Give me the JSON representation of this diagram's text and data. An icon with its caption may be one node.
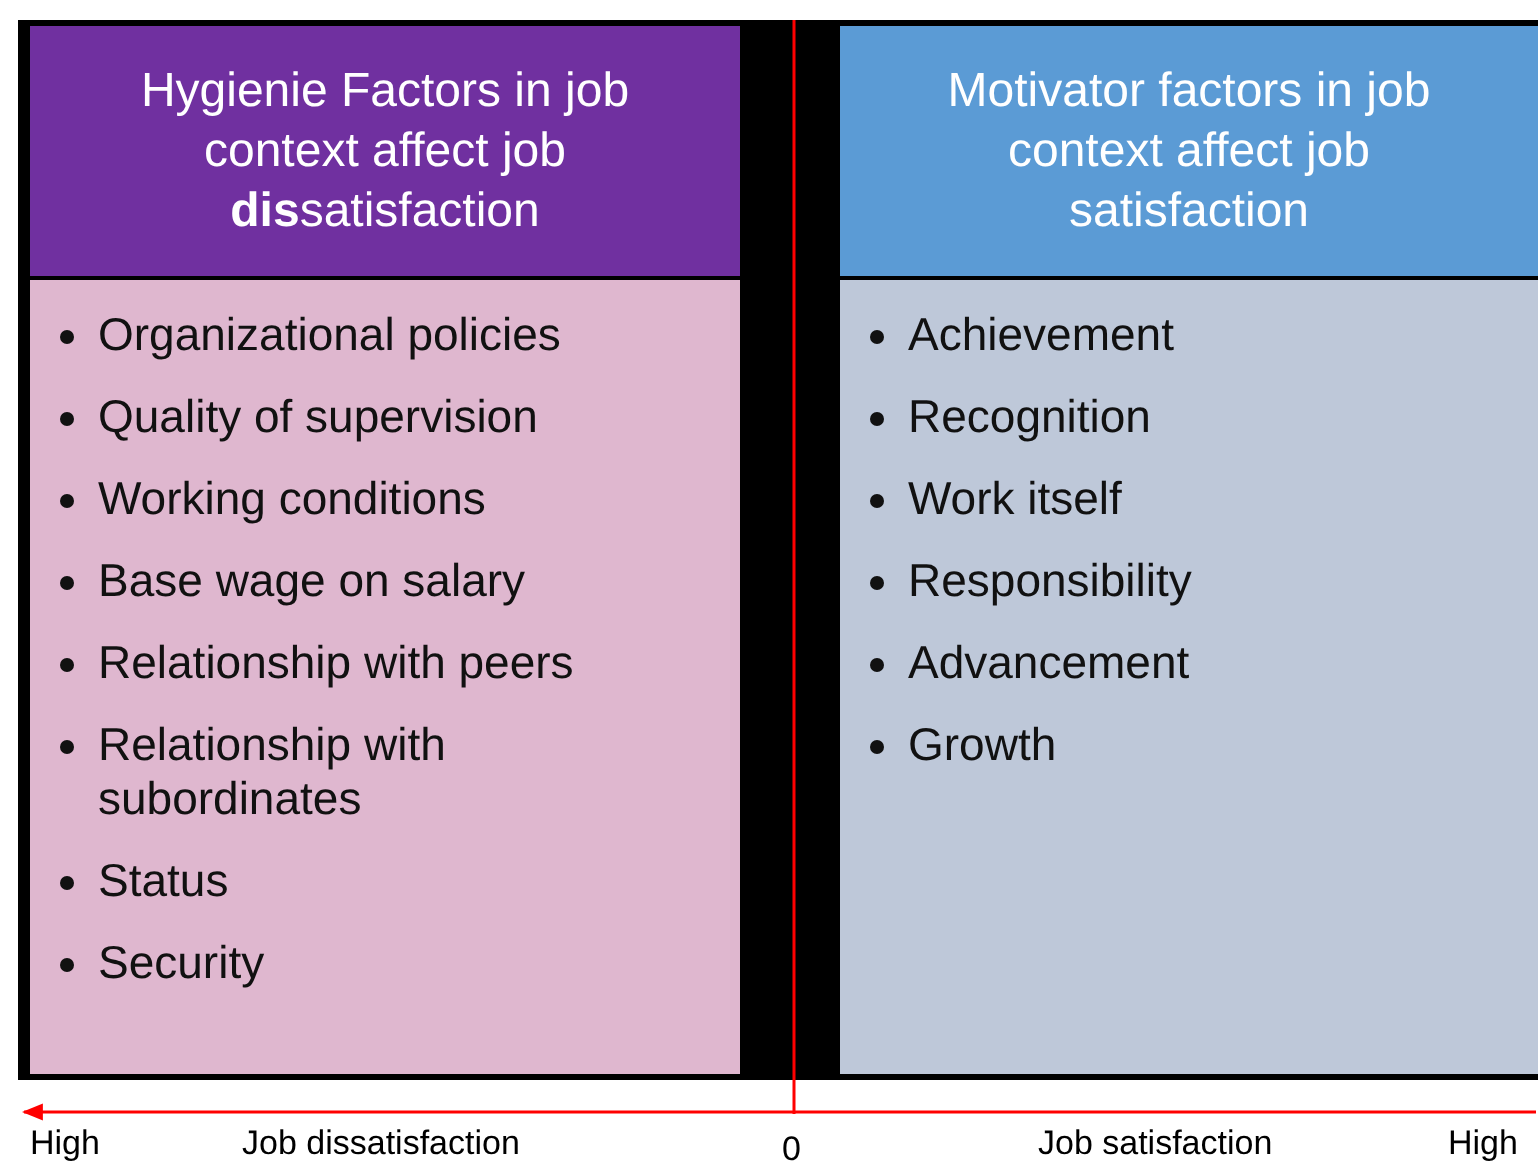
{
  "diagram": {
    "nodes": [
      {
        "text": [
          "Hygienie Factors in job context affect job **dis**satisfaction"
        ]
      },
      {
        "text": [
          "Organizational policies",
          "Quality of supervision",
          "Working conditions",
          "Base wage on salary",
          "Relationship with peers",
          "Relationship with subordinates",
          "Status",
          "Security"
        ]
      },
      {
        "text": [
          "Motivator factors in job context affect job satisfaction"
        ]
      },
      {
        "text": [
          "Achievement",
          "Recognition",
          "Work itself",
          "Responsibility",
          "Advancement",
          "Growth"
        ]
      }
    ],
    "labels": [
      "High",
      "Job dissatisfaction",
      "0",
      "Job satisfaction",
      "High"
    ]
  }
}
